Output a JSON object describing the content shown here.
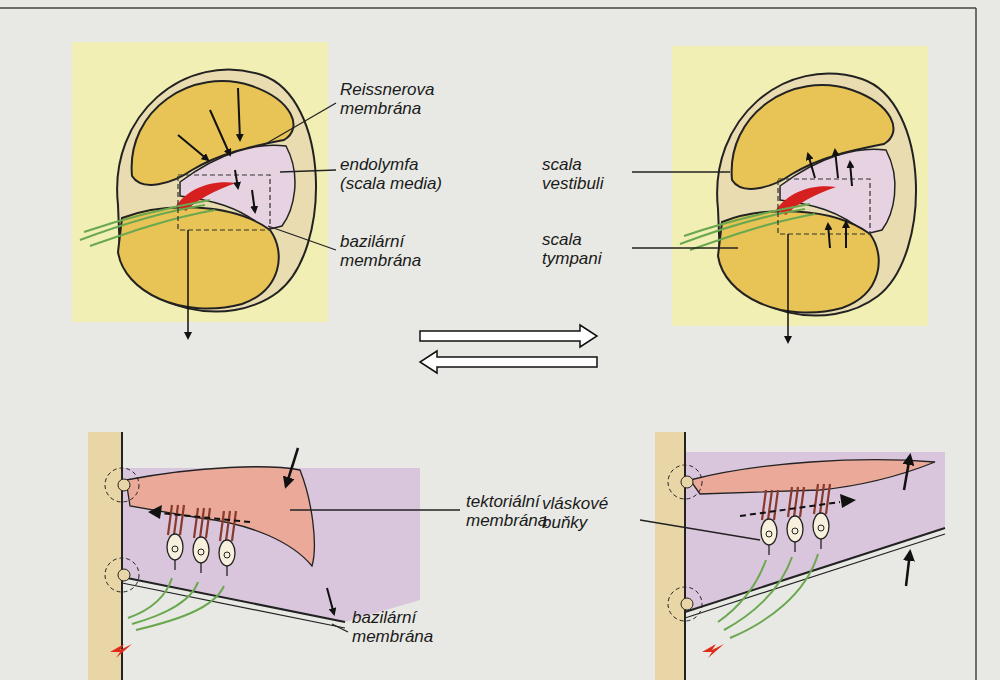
{
  "diagram": {
    "labels": [
      "Reissnerova membrána",
      "endolymfa (scala media)",
      "bazilární membrána",
      "scala vestibuli",
      "scala tympani",
      "tektoriální membrána",
      "vláskové buňky",
      "bazilární membrána"
    ]
  }
}
